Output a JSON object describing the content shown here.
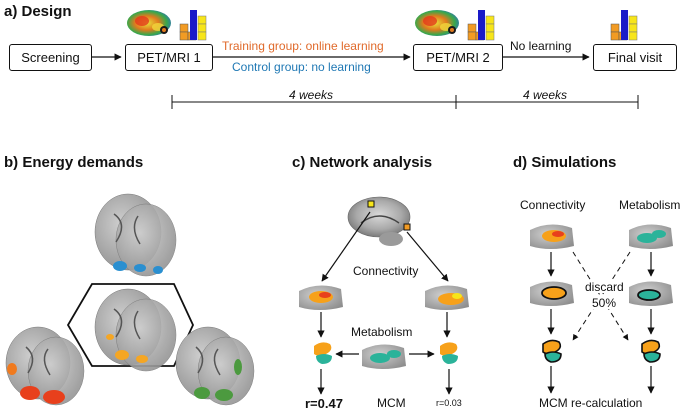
{
  "panels": {
    "a": {
      "title": "a) Design",
      "steps": [
        "Screening",
        "PET/MRI 1",
        "PET/MRI 2",
        "Final visit"
      ],
      "training_label": "Training group: online learning",
      "control_label": "Control group: no learning",
      "no_learning_label": "No learning",
      "interval_1": "4 weeks",
      "interval_2": "4 weeks"
    },
    "b": {
      "title": "b) Energy demands"
    },
    "c": {
      "title": "c) Network analysis",
      "connectivity_label": "Connectivity",
      "metabolism_label": "Metabolism",
      "r_left": "r=0.47",
      "mcm_label": "MCM",
      "r_right": "r=0.03"
    },
    "d": {
      "title": "d) Simulations",
      "connectivity_label": "Connectivity",
      "metabolism_label": "Metabolism",
      "discard_label": "discard",
      "discard_pct": "50%",
      "recalc_label": "MCM re-calculation"
    }
  },
  "colors": {
    "training": "#e06a2b",
    "control": "#1f78b4",
    "connectivity": "#f7a11a",
    "metabolism": "#2bb39a",
    "blue_blobs": "#2a8fd0",
    "orange_blobs": "#f5a623",
    "red_blobs": "#e8401c",
    "green_blobs": "#4c9a3f",
    "bar_blue": "#1a1ac8",
    "bar_yellow": "#f7e51a",
    "bar_orange": "#f29b23"
  },
  "icons": {
    "brain_thumbnail": "brain-icon",
    "bar_glyph": "bar-glyph-icon",
    "axial_brain": "axial-brain-icon"
  }
}
